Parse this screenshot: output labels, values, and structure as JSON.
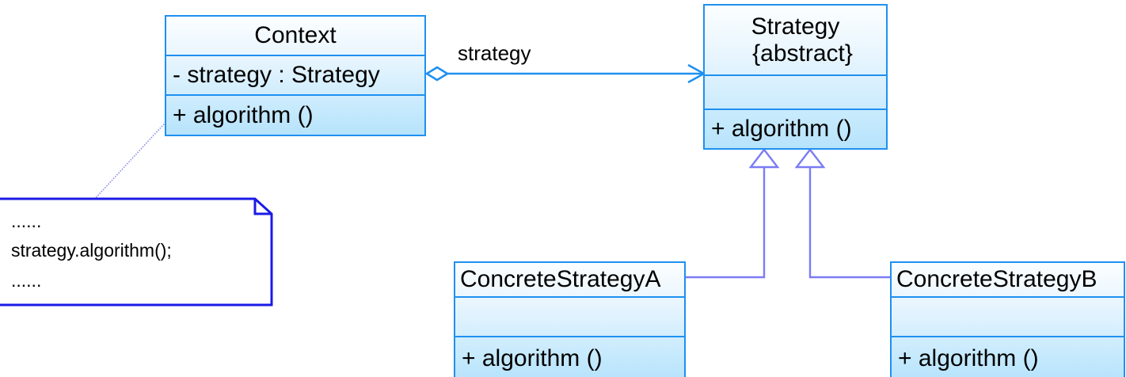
{
  "diagram": {
    "kind": "uml-class-diagram",
    "pattern_name": "Strategy",
    "colors": {
      "class_border": "#1f90f0",
      "class_fill_top": "#fbfeff",
      "class_fill_bottom": "#b6e3fc",
      "note_border": "#1a1ae6",
      "note_fill": "#ffffff",
      "association_line": "#1f90f0",
      "generalization_line": "#7b7bf5",
      "note_anchor_line": "#8f8fe8",
      "text": "#000000"
    }
  },
  "classes": {
    "context": {
      "name": "Context",
      "attributes": [
        "- strategy  : Strategy"
      ],
      "operations": [
        "+  algorithm ()"
      ]
    },
    "strategy": {
      "name": "Strategy",
      "stereotype": "{abstract}",
      "attributes": [],
      "operations": [
        "+  algorithm ()"
      ]
    },
    "concrete_a": {
      "name": "ConcreteStrategyA",
      "attributes": [],
      "operations": [
        "+  algorithm ()"
      ]
    },
    "concrete_b": {
      "name": "ConcreteStrategyB",
      "attributes": [],
      "operations": [
        "+  algorithm ()"
      ]
    }
  },
  "note": {
    "lines": [
      "......",
      "strategy.algorithm();",
      "......"
    ]
  },
  "relationships": {
    "aggregation": {
      "label": "strategy",
      "source": "Context",
      "target": "Strategy",
      "source_end": "hollow-diamond",
      "target_end": "open-arrow"
    },
    "generalizations": [
      {
        "source": "ConcreteStrategyA",
        "target": "Strategy",
        "target_end": "hollow-triangle"
      },
      {
        "source": "ConcreteStrategyB",
        "target": "Strategy",
        "target_end": "hollow-triangle"
      }
    ],
    "note_link": {
      "source": "note",
      "target": "Context",
      "style": "dashed-thin"
    }
  }
}
